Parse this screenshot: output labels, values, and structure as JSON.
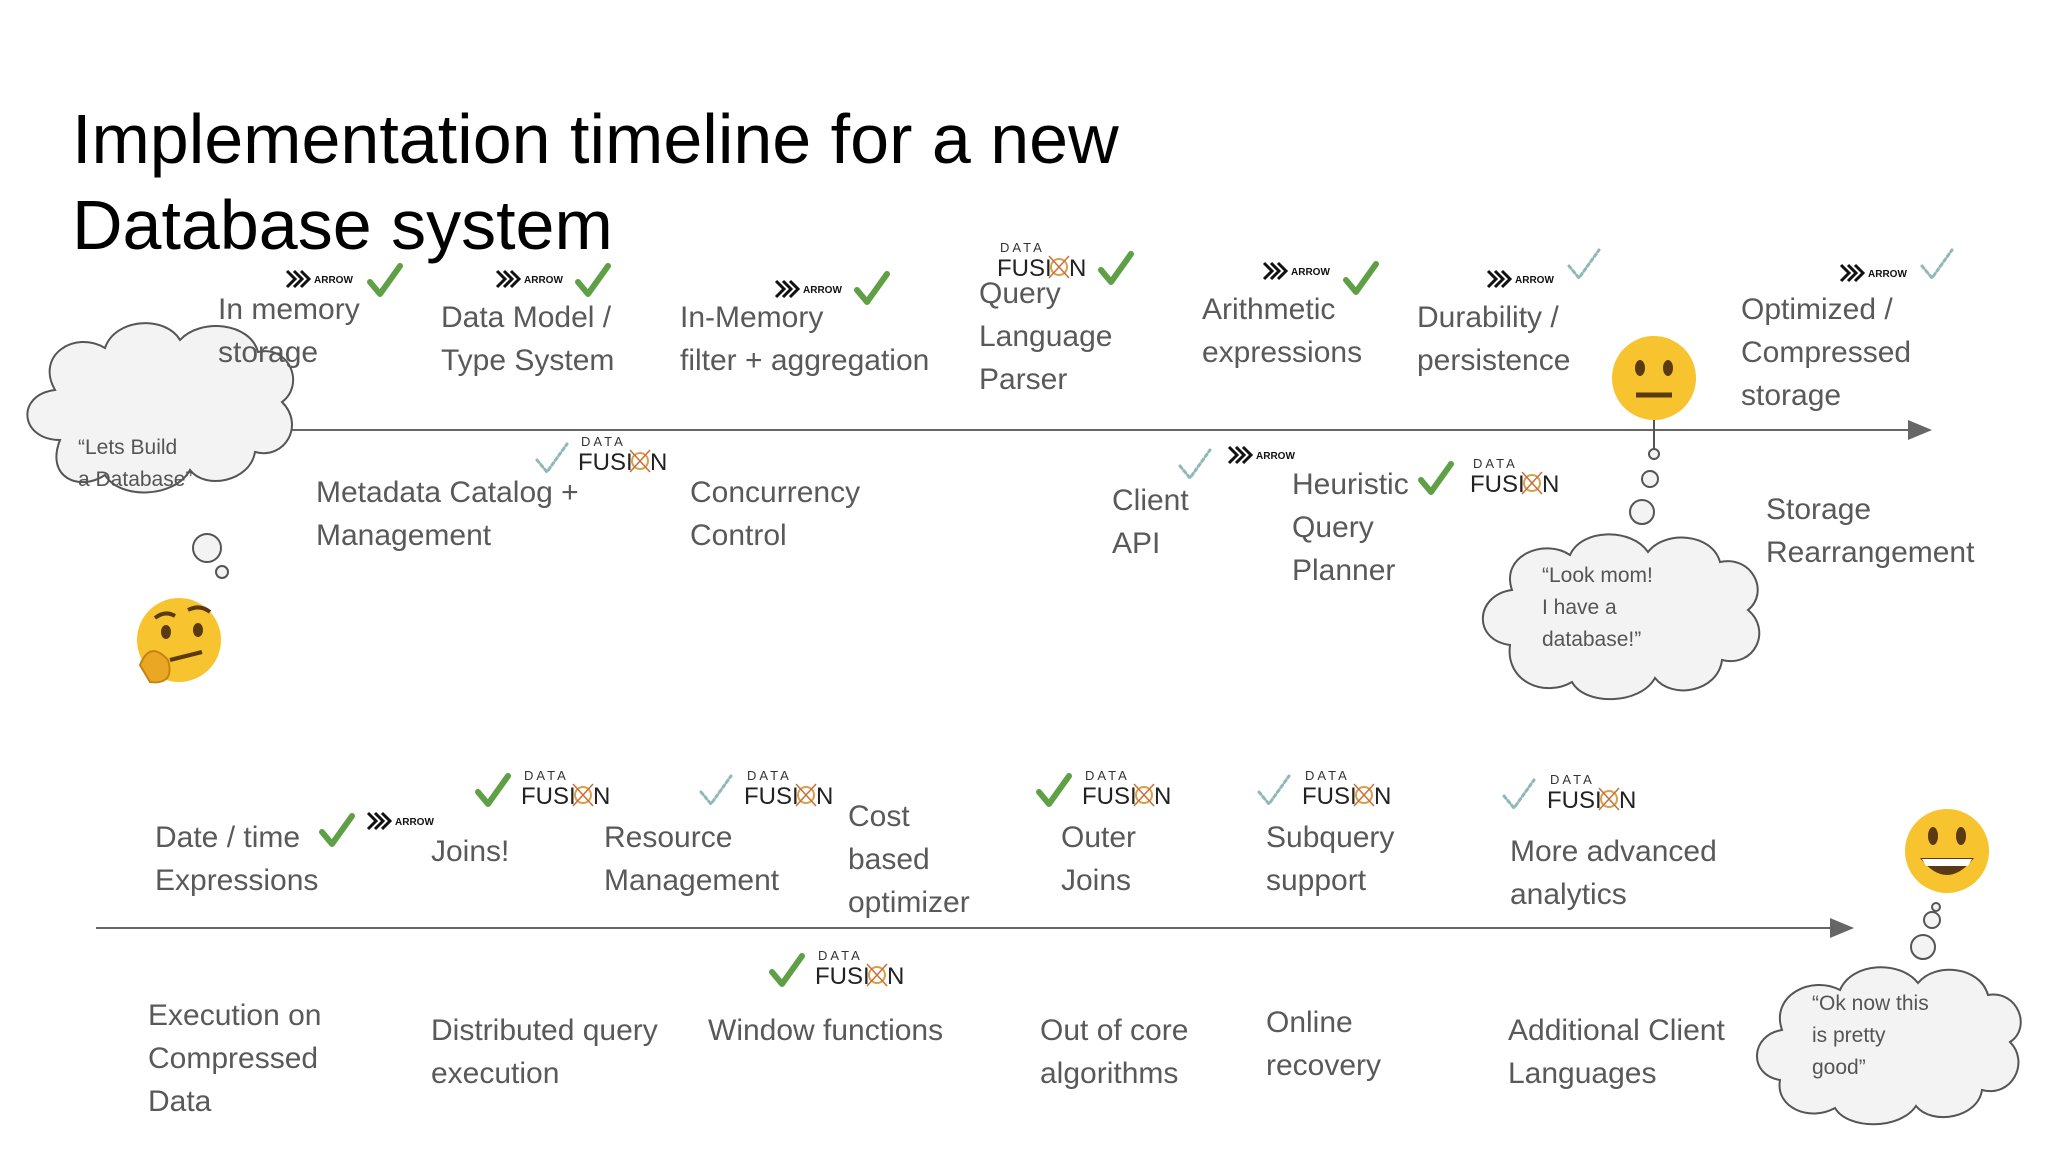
{
  "title_line1": "Implementation timeline for a new",
  "title_line2": "Database system",
  "thoughts": {
    "start": [
      "“Lets Build",
      "a Database”"
    ],
    "middle": [
      "“Look mom!",
      "I have a",
      "database!”"
    ],
    "end": [
      "“Ok now this",
      "is pretty",
      "good”"
    ]
  },
  "logos": {
    "arrow_text": "ARROW",
    "df_top": "DATA",
    "df_bottom": "FUSI",
    "df_end": "N"
  },
  "row1_above": [
    [
      "In memory",
      "storage"
    ],
    [
      "Data Model /",
      "Type System"
    ],
    [
      "In-Memory",
      "filter + aggregation"
    ],
    [
      "Query",
      "Language",
      "Parser"
    ],
    [
      "Arithmetic",
      "expressions"
    ],
    [
      "Durability /",
      "persistence"
    ],
    [
      "Optimized /",
      "Compressed",
      "storage"
    ]
  ],
  "row1_below": [
    [
      "Metadata Catalog +",
      "Management"
    ],
    [
      "Concurrency",
      "Control"
    ],
    [
      "Client",
      "API"
    ],
    [
      "Heuristic",
      "Query",
      "Planner"
    ],
    [
      "Storage",
      "Rearrangement"
    ]
  ],
  "row2_above": [
    [
      "Date / time",
      "Expressions"
    ],
    [
      "Joins!"
    ],
    [
      "Resource",
      "Management"
    ],
    [
      "Cost",
      "based",
      "optimizer"
    ],
    [
      "Outer",
      "Joins"
    ],
    [
      "Subquery",
      "support"
    ],
    [
      "More advanced",
      "analytics"
    ]
  ],
  "row2_below": [
    [
      "Execution on",
      "Compressed",
      "Data"
    ],
    [
      "Distributed query",
      "execution"
    ],
    [
      "Window functions"
    ],
    [
      "Out of core",
      "algorithms"
    ],
    [
      "Online",
      "recovery"
    ],
    [
      "Additional Client",
      "Languages"
    ]
  ],
  "colors": {
    "check": "#5fa046",
    "check_light": "#8fb8b8",
    "axis": "#666666",
    "emoji": "#f7c32e"
  },
  "emojis": [
    "thinking-face",
    "neutral-face",
    "grinning-face"
  ]
}
